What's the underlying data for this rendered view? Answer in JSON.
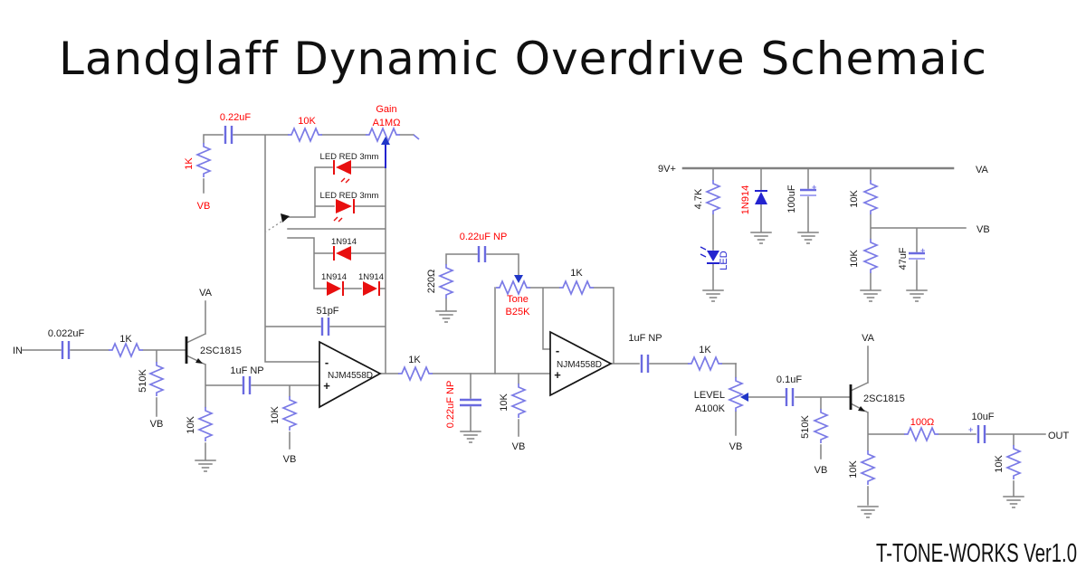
{
  "title": "Landglaff Dynamic Overdrive Schemaic",
  "footer": "T-TONE-WORKS Ver1.0",
  "symbols": {
    "plus": "+",
    "minus": "-"
  },
  "colors": {
    "wire_gray": "#808080",
    "component_blue": "#7a7ae6",
    "diode_red": "#e80f0f",
    "diode_blue": "#2323cf",
    "label_red": "#ff0000",
    "label_black": "#1a1a1a",
    "arrow_blue": "#2036c8"
  },
  "schematic": {
    "input_stage": {
      "in": "IN",
      "c_in": "0.022uF",
      "r_series": "1K",
      "r_bias": "510K",
      "vb": "VB",
      "q": "2SC1815",
      "va": "VA",
      "r_emitter": "10K"
    },
    "gain_stage": {
      "c_fb": "0.22uF",
      "r_vb": "1K",
      "vb": "VB",
      "r_fb": "10K",
      "pot_name": "Gain",
      "pot_value": "A1MΩ",
      "led1": "LED RED 3mm",
      "led2": "LED RED 3mm",
      "d1": "1N914",
      "d2": "1N914",
      "d3": "1N914",
      "c_comp": "51pF",
      "opamp": "NJM4558D",
      "c_in": "1uF NP",
      "r_bias": "10K",
      "vb_bias": "VB",
      "r_out": "1K"
    },
    "tone_stage": {
      "r_gnd": "220Ω",
      "c_tone": "0.22uF NP",
      "pot_name": "Tone",
      "pot_value": "B25K",
      "r_fb": "1K",
      "opamp": "NJM4558D",
      "c_shunt": "0.22uF NP",
      "r_bias": "10K",
      "vb": "VB"
    },
    "level_stage": {
      "c_in": "1uF NP",
      "r_series": "1K",
      "pot_name": "LEVEL",
      "pot_value": "A100K",
      "vb": "VB",
      "c_couple": "0.1uF",
      "r_bias": "510K",
      "vb_bias": "VB",
      "q": "2SC1815",
      "va": "VA",
      "r_emitter": "10K",
      "r_out": "100Ω",
      "c_out": "10uF",
      "r_load": "10K",
      "out": "OUT"
    },
    "power_supply": {
      "v9": "9V+",
      "va": "VA",
      "r_led": "4.7K",
      "led": "LED",
      "d_clamp": "1N914",
      "c_filter": "100uF",
      "r_div_top": "10K",
      "vb": "VB",
      "r_div_bottom": "10K",
      "c_vb": "47uF"
    }
  }
}
